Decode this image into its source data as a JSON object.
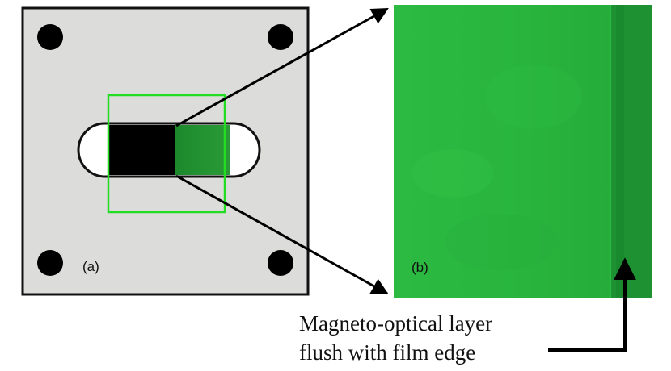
{
  "figure": {
    "panel_a_label": "(a)",
    "panel_b_label": "(b)",
    "caption_line1": "Magneto-optical layer",
    "caption_line2": "flush with film edge"
  },
  "colors": {
    "plate_fill": "#dcdcda",
    "plate_border": "#111111",
    "highlight_box": "#22dd22",
    "mo_green": "#26b43a",
    "edge_band": "#1a8a2e",
    "film_black": "#000000",
    "arrow": "#000000"
  },
  "icons": {
    "mounting_holes": "filled-circle",
    "arrows": "arrowhead"
  }
}
